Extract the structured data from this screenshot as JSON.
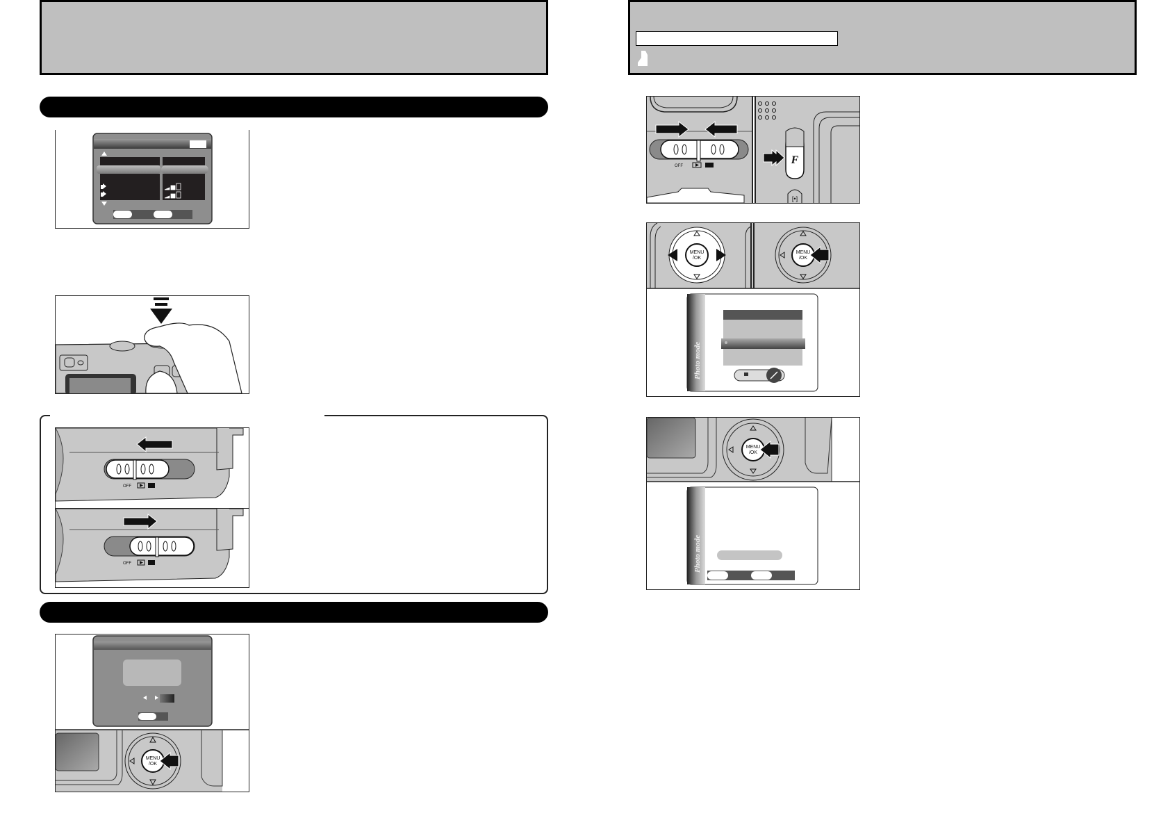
{
  "document": {
    "type": "camera-manual-spread",
    "colors": {
      "header_fill": "#bfbfbf",
      "header_border": "#000000",
      "pill_fill": "#000000",
      "camera_body": "#c8c8c8",
      "lcd_dark": "#2a2a2a",
      "lcd_mid": "#8a8a8a"
    }
  },
  "left_page": {
    "header": {
      "title": ""
    },
    "section_1": {
      "title": ""
    },
    "illustration_lcd_menu": {
      "icons": [
        "up-triangle-icon",
        "down-triangle-icon",
        "speaker-icon",
        "volume-level-icon"
      ]
    },
    "illustration_shutter": {
      "icons": [
        "press-down-arrow-icon"
      ]
    },
    "note_box": {
      "title": "",
      "illustrations": [
        {
          "labels": [
            "OFF",
            "▶",
            "■"
          ],
          "arrow": "left"
        },
        {
          "labels": [
            "OFF",
            "▶",
            "■"
          ],
          "arrow": "right"
        }
      ]
    },
    "section_2": {
      "title": ""
    },
    "illustration_confirm": {
      "button_label": "MENU\n/OK",
      "menu_line1": "MENU",
      "menu_line2": "/OK"
    }
  },
  "right_page": {
    "header": {
      "title": "",
      "subtitle_bar": ""
    },
    "illustration_mode_switch": {
      "labels": [
        "OFF",
        "▶",
        "■"
      ],
      "f_button": "F",
      "metering_icon": "[•]"
    },
    "illustration_select": {
      "menu_line1": "MENU",
      "menu_line2": "/OK",
      "screen_watermark": "Photo mode"
    },
    "illustration_execute": {
      "menu_line1": "MENU",
      "menu_line2": "/OK",
      "screen_watermark": "Photo mode"
    }
  }
}
